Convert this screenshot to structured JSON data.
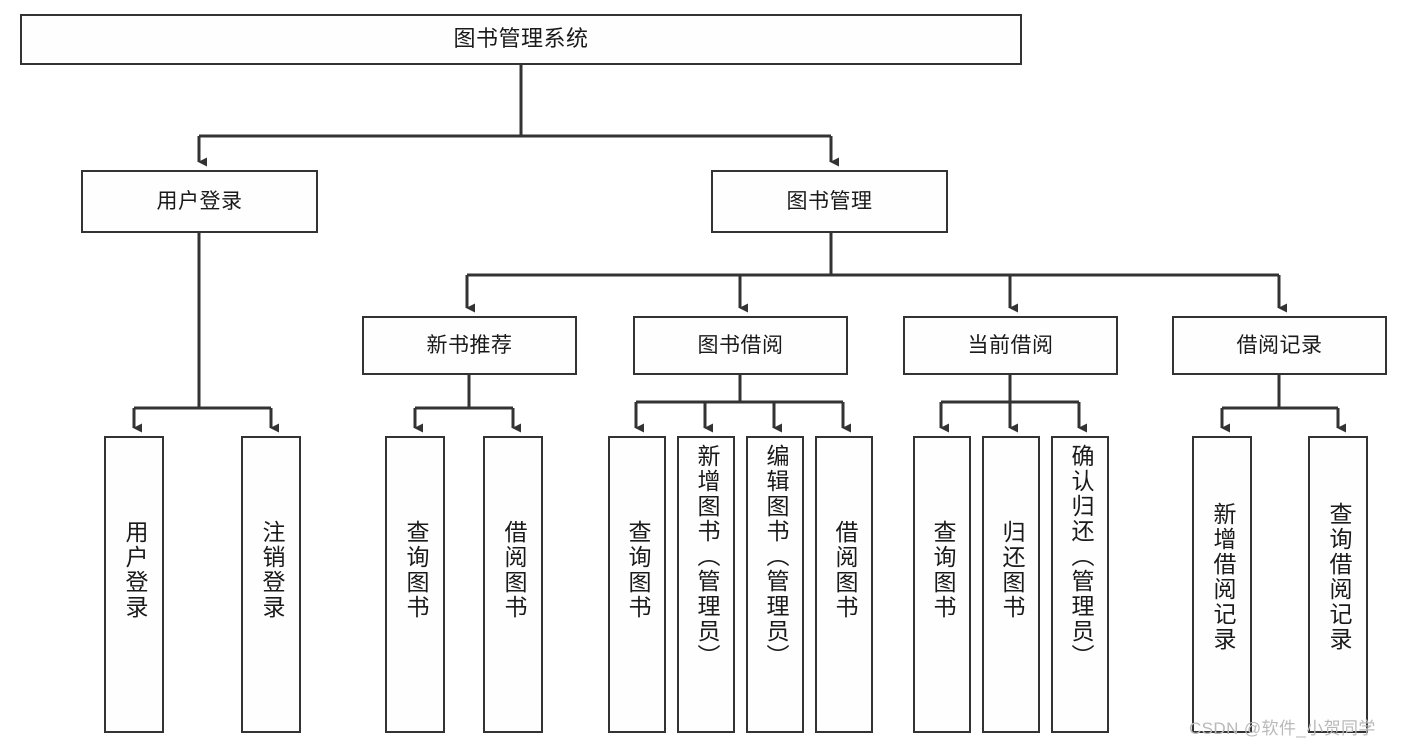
{
  "diagram": {
    "type": "tree",
    "title": "图书管理系统",
    "root": {
      "id": "root",
      "label": "图书管理系统"
    },
    "level2": [
      {
        "id": "user-login",
        "label": "用户登录"
      },
      {
        "id": "book-manage",
        "label": "图书管理"
      }
    ],
    "level3": [
      {
        "id": "new-book-rec",
        "label": "新书推荐"
      },
      {
        "id": "book-borrow",
        "label": "图书借阅"
      },
      {
        "id": "current-borrow",
        "label": "当前借阅"
      },
      {
        "id": "borrow-record",
        "label": "借阅记录"
      }
    ],
    "leaves": [
      {
        "id": "leaf-user-login",
        "label": "用户登录"
      },
      {
        "id": "leaf-user-logout",
        "label": "注销登录"
      },
      {
        "id": "leaf-query-book-1",
        "label": "查询图书"
      },
      {
        "id": "leaf-borrow-book-1",
        "label": "借阅图书"
      },
      {
        "id": "leaf-query-book-2",
        "label": "查询图书"
      },
      {
        "id": "leaf-add-book",
        "label": "新增图书（管理员）"
      },
      {
        "id": "leaf-edit-book",
        "label": "编辑图书（管理员）"
      },
      {
        "id": "leaf-borrow-book-2",
        "label": "借阅图书"
      },
      {
        "id": "leaf-query-book-3",
        "label": "查询图书"
      },
      {
        "id": "leaf-return-book",
        "label": "归还图书"
      },
      {
        "id": "leaf-confirm-return",
        "label": "确认归还（管理员）"
      },
      {
        "id": "leaf-add-record",
        "label": "新增借阅记录"
      },
      {
        "id": "leaf-query-record",
        "label": "查询借阅记录"
      }
    ]
  },
  "watermark": {
    "text": "CSDN @软件_小贺同学"
  },
  "colors": {
    "background": "#ffffff",
    "box_fill": "#fefefe",
    "box_border": "#333333",
    "connector": "#333333",
    "text": "#1a1a1a",
    "watermark": "#b9b9b9"
  }
}
